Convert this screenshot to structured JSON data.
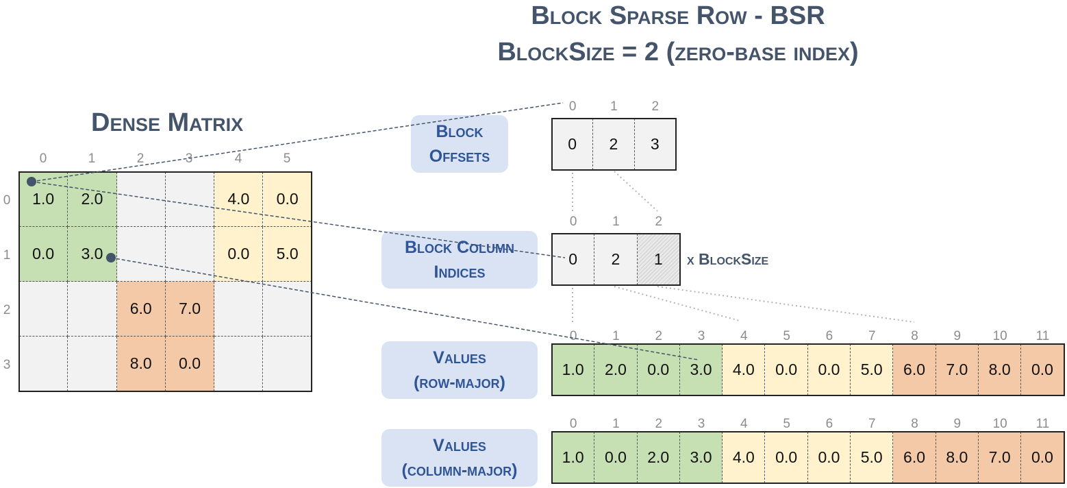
{
  "title": {
    "line1": "Block Sparse Row - BSR",
    "line2": "BlockSize = 2 (zero-base index)"
  },
  "dense": {
    "title": "Dense Matrix",
    "col_idx": [
      "0",
      "1",
      "2",
      "3",
      "4",
      "5"
    ],
    "row_idx": [
      "0",
      "1",
      "2",
      "3"
    ],
    "cells": [
      [
        "1.0",
        "2.0",
        "",
        "",
        "4.0",
        "0.0"
      ],
      [
        "0.0",
        "3.0",
        "",
        "",
        "0.0",
        "5.0"
      ],
      [
        "",
        "",
        "6.0",
        "7.0",
        "",
        ""
      ],
      [
        "",
        "",
        "8.0",
        "0.0",
        "",
        ""
      ]
    ],
    "colors": [
      [
        "green",
        "green",
        "gray",
        "gray",
        "yellow",
        "yellow"
      ],
      [
        "green",
        "green",
        "gray",
        "gray",
        "yellow",
        "yellow"
      ],
      [
        "gray",
        "gray",
        "orange",
        "orange",
        "gray",
        "gray"
      ],
      [
        "gray",
        "gray",
        "orange",
        "orange",
        "gray",
        "gray"
      ]
    ]
  },
  "block_offsets": {
    "label": [
      "Block",
      "Offsets"
    ],
    "indices": [
      "0",
      "1",
      "2"
    ],
    "values": [
      "0",
      "2",
      "3"
    ]
  },
  "block_column_indices": {
    "label": [
      "Block Column",
      "Indices"
    ],
    "indices": [
      "0",
      "1",
      "2"
    ],
    "values": [
      "0",
      "2",
      "1"
    ],
    "note": "x BlockSize"
  },
  "values_row_major": {
    "label": [
      "Values",
      "(row-major)"
    ],
    "indices": [
      "0",
      "1",
      "2",
      "3",
      "4",
      "5",
      "6",
      "7",
      "8",
      "9",
      "10",
      "11"
    ],
    "values": [
      "1.0",
      "2.0",
      "0.0",
      "3.0",
      "4.0",
      "0.0",
      "0.0",
      "5.0",
      "6.0",
      "7.0",
      "8.0",
      "0.0"
    ]
  },
  "values_col_major": {
    "label": [
      "Values",
      "(column-major)"
    ],
    "indices": [
      "0",
      "1",
      "2",
      "3",
      "4",
      "5",
      "6",
      "7",
      "8",
      "9",
      "10",
      "11"
    ],
    "values": [
      "1.0",
      "0.0",
      "2.0",
      "3.0",
      "4.0",
      "0.0",
      "0.0",
      "5.0",
      "6.0",
      "8.0",
      "7.0",
      "0.0"
    ]
  },
  "colors": {
    "green": "#c6e0b4",
    "yellow": "#fff2cc",
    "orange": "#f4c9a8",
    "gray": "#f2f2f2",
    "title": "#44546a",
    "label_text": "#2f5597",
    "label_bg": "#dae3f3"
  }
}
